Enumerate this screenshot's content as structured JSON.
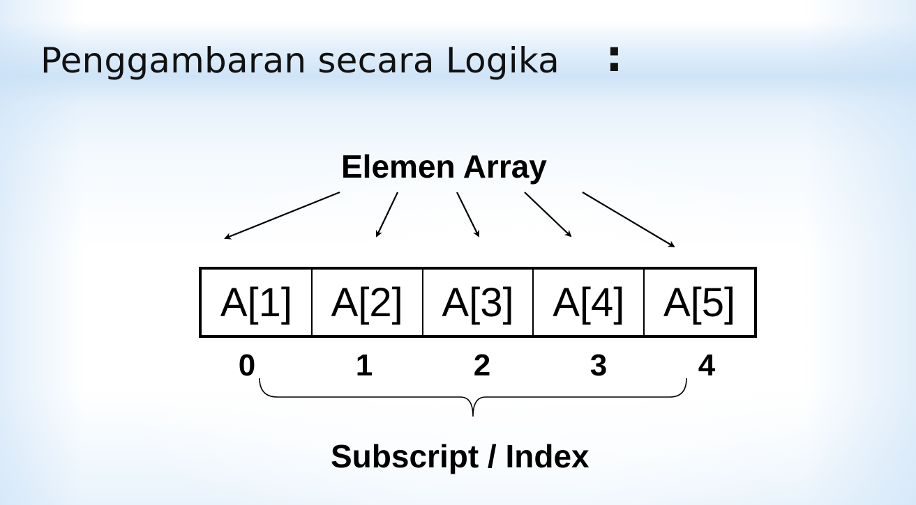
{
  "title": "Penggambaran secara Logika",
  "title_colon": ":",
  "diagram": {
    "element_label": "Elemen Array",
    "cells": [
      "A[1]",
      "A[2]",
      "A[3]",
      "A[4]",
      "A[5]"
    ],
    "indices": [
      "0",
      "1",
      "2",
      "3",
      "4"
    ],
    "index_label": "Subscript / Index"
  },
  "colors": {
    "text": "#000000",
    "background_tint": "#cfe4f7"
  }
}
